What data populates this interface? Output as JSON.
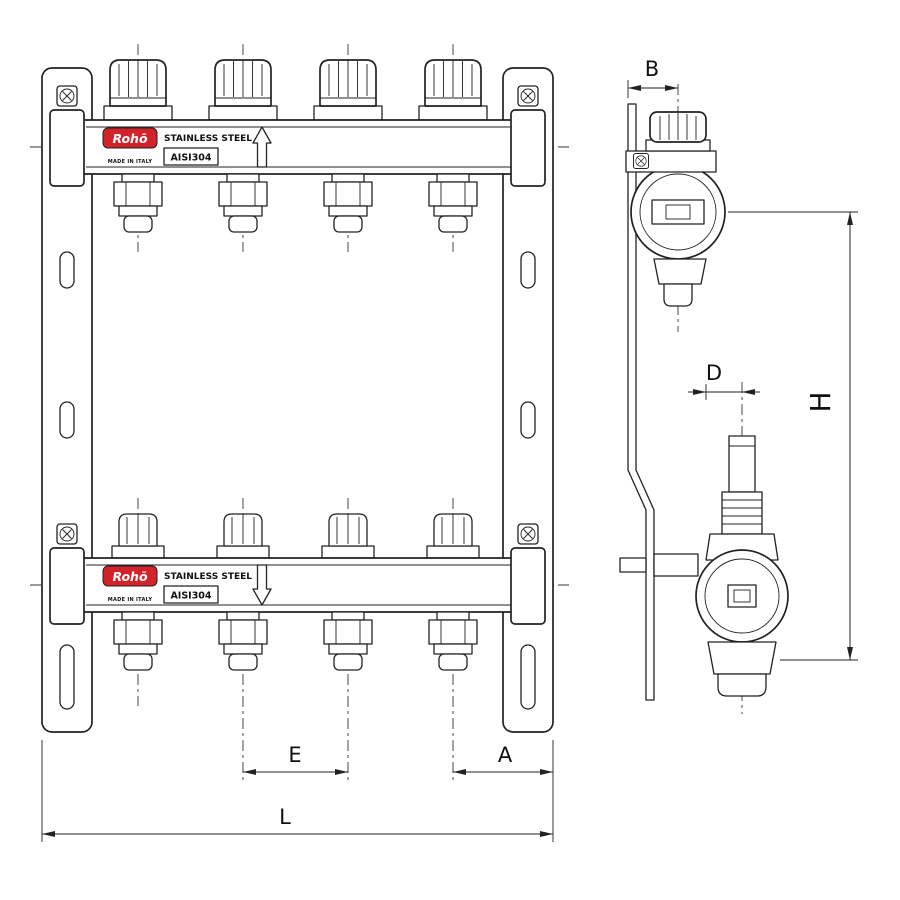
{
  "front_view": {
    "top_bar": {
      "logo": "Rohō",
      "made_in": "MADE IN ITALY",
      "material": "STAINLESS STEEL",
      "alloy": "AISI304",
      "flow_arrow": "up"
    },
    "bottom_bar": {
      "logo": "Rohō",
      "made_in": "MADE IN ITALY",
      "material": "STAINLESS STEEL",
      "alloy": "AISI304",
      "flow_arrow": "down"
    },
    "ports": 4
  },
  "dimensions": {
    "L": "L",
    "E": "E",
    "A": "A",
    "B": "B",
    "D": "D",
    "H": "H"
  },
  "colors": {
    "line": "#222222",
    "logo_red": "#d2232a",
    "background": "#ffffff"
  }
}
